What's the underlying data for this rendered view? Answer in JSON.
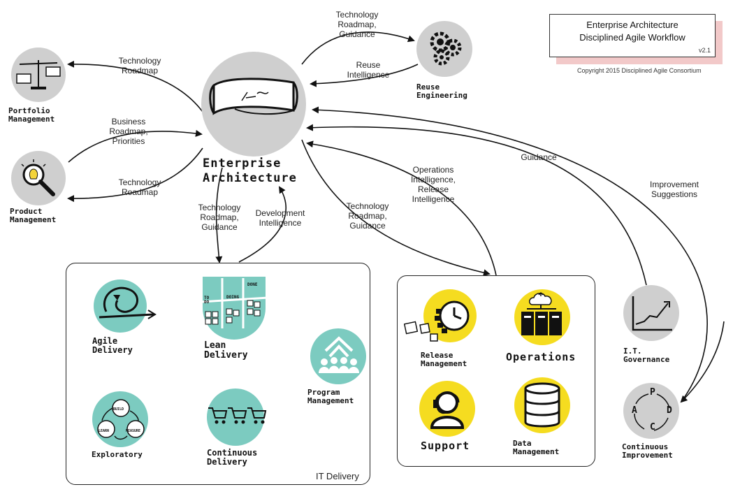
{
  "legend": {
    "title_line1": "Enterprise Architecture",
    "title_line2": "Disciplined Agile Workflow",
    "version": "v2.1",
    "copyright": "Copyright 2015 Disciplined Agile Consortium"
  },
  "nodes": {
    "enterprise_architecture": "Enterprise\nArchitecture",
    "portfolio_management": "Portfolio\nManagement",
    "product_management": "Product\nManagement",
    "reuse_engineering": "Reuse\nEngineering",
    "agile_delivery": "Agile\nDelivery",
    "lean_delivery": "Lean\nDelivery",
    "program_management": "Program\nManagement",
    "exploratory": "Exploratory",
    "continuous_delivery": "Continuous\nDelivery",
    "release_management": "Release\nManagement",
    "operations": "Operations",
    "support": "Support",
    "data_management": "Data\nManagement",
    "it_governance": "I.T.\nGovernance",
    "continuous_improvement": "Continuous\nImprovement"
  },
  "groups": {
    "it_delivery": "IT Delivery"
  },
  "flows": {
    "tech_roadmap_portfolio": "Technology\nRoadmap",
    "business_roadmap": "Business\nRoadmap,\nPriorities",
    "tech_roadmap_product": "Technology\nRoadmap",
    "tech_roadmap_reuse": "Technology\nRoadmap,\nGuidance",
    "reuse_intelligence": "Reuse\nIntelligence",
    "tech_roadmap_delivery": "Technology\nRoadmap,\nGuidance",
    "development_intelligence": "Development\nIntelligence",
    "tech_roadmap_ops": "Technology\nRoadmap,\nGuidance",
    "operations_intelligence": "Operations\nIntelligence,\nRelease\nIntelligence",
    "guidance": "Guidance",
    "improvement_suggestions": "Improvement\nSuggestions"
  },
  "icon_text": {
    "kanban_todo": "TO\nDO",
    "kanban_doing": "DOING",
    "kanban_done": "DONE",
    "explore_build": "BUILD",
    "explore_learn": "LEARN",
    "explore_measure": "MEASURE",
    "pdca_p": "P",
    "pdca_d": "D",
    "pdca_c": "C",
    "pdca_a": "A"
  },
  "colors": {
    "grey_node": "#cfcfcf",
    "teal_node": "#7ccbc0",
    "yellow_node": "#f5dc20",
    "legend_shadow": "#f2c9c9"
  }
}
